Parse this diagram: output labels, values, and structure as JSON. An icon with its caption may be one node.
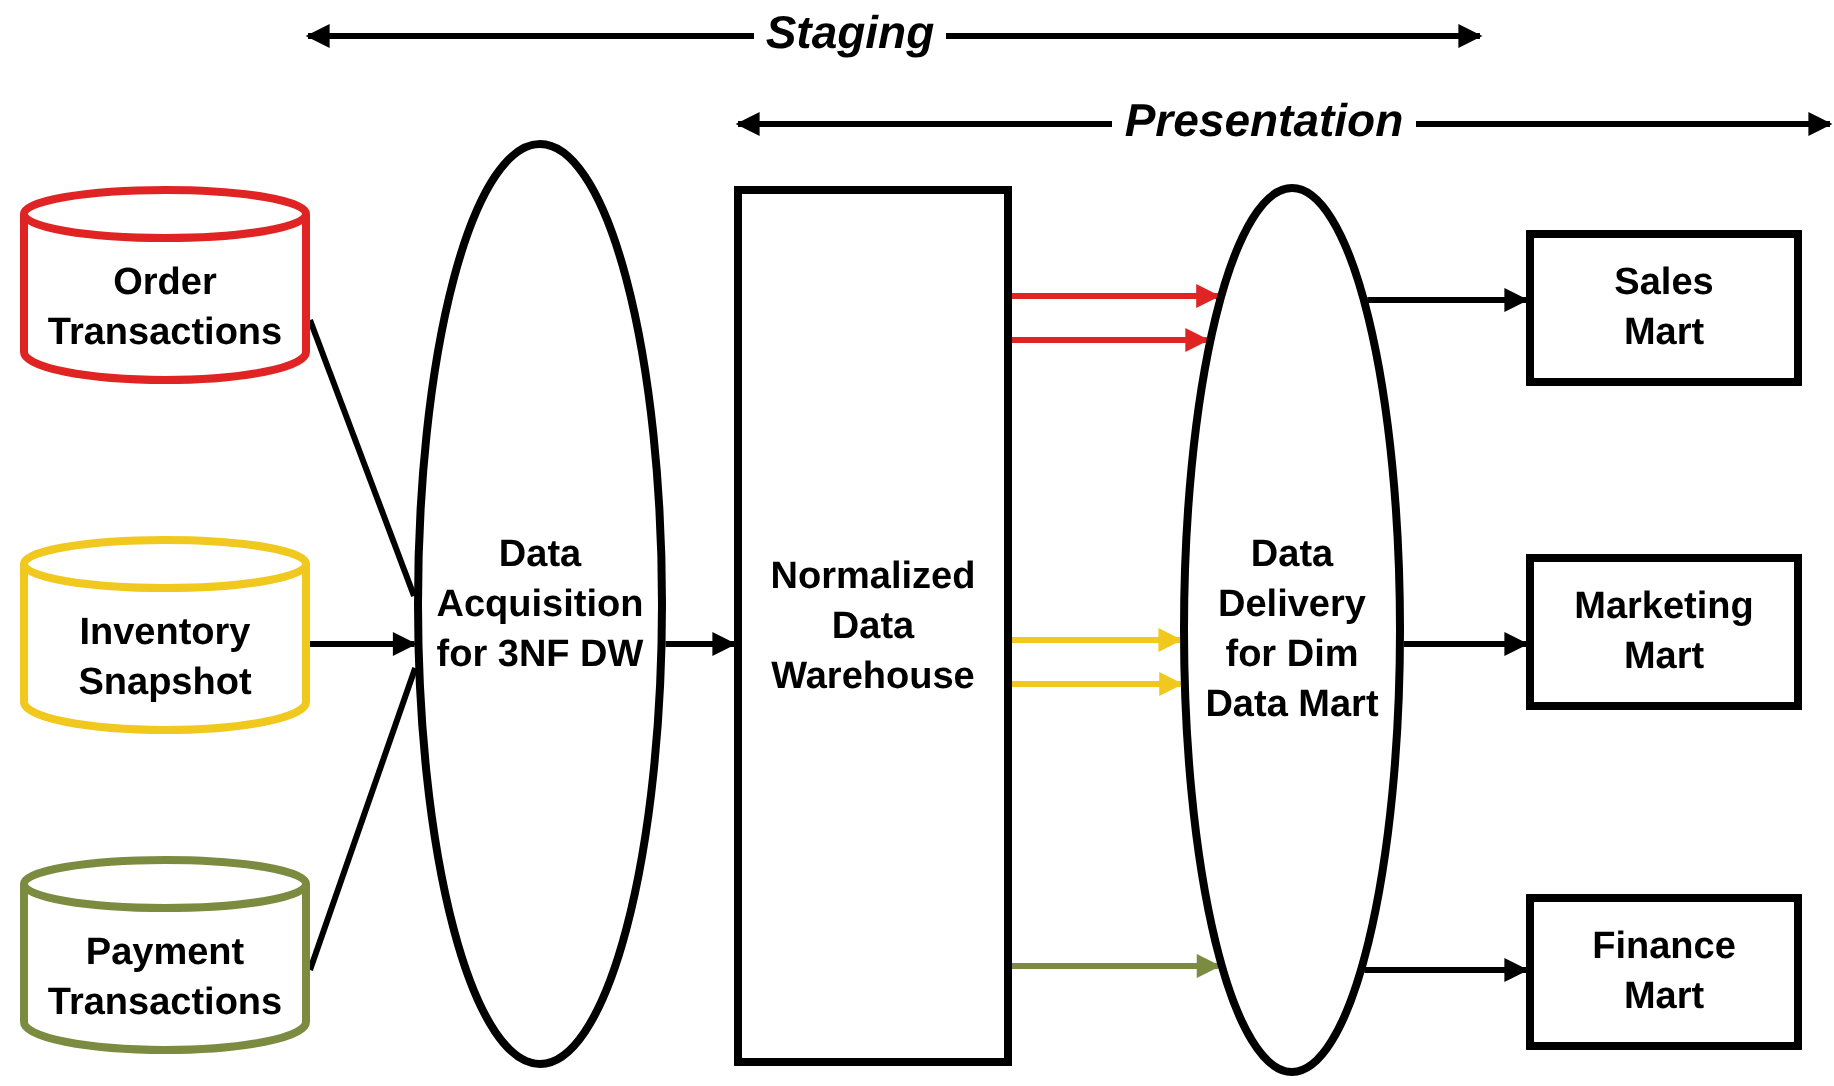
{
  "diagram": {
    "nodes": [
      {
        "text": [
          "Order Transactions"
        ]
      },
      {
        "text": [
          "Inventory Snapshot"
        ]
      },
      {
        "text": [
          "Payment Transactions"
        ]
      },
      {
        "text": [
          "Data Acquisition for 3NF DW"
        ]
      },
      {
        "text": [
          "Normalized Data Warehouse"
        ]
      },
      {
        "text": [
          "Data Delivery for Dim Data Mart"
        ]
      },
      {
        "text": [
          "Sales Mart"
        ]
      },
      {
        "text": [
          "Marketing Mart"
        ]
      },
      {
        "text": [
          "Finance Mart"
        ]
      }
    ],
    "edges": [
      {
        "from": 0,
        "to": 3,
        "arrow": "none"
      },
      {
        "from": 1,
        "to": 3,
        "arrow": "to"
      },
      {
        "from": 2,
        "to": 3,
        "arrow": "none"
      },
      {
        "from": 3,
        "to": 4,
        "arrow": "to"
      },
      {
        "from": 4,
        "to": 5,
        "arrow": "to",
        "color": "#e02424"
      },
      {
        "from": 4,
        "to": 5,
        "arrow": "to",
        "color": "#e02424"
      },
      {
        "from": 4,
        "to": 5,
        "arrow": "to",
        "color": "#f0c81e"
      },
      {
        "from": 4,
        "to": 5,
        "arrow": "to",
        "color": "#f0c81e"
      },
      {
        "from": 4,
        "to": 5,
        "arrow": "to",
        "color": "#7b8c40"
      },
      {
        "from": 5,
        "to": 6,
        "arrow": "to"
      },
      {
        "from": 5,
        "to": 7,
        "arrow": "to"
      },
      {
        "from": 5,
        "to": 8,
        "arrow": "to"
      }
    ],
    "labels": [
      "Staging",
      "Presentation"
    ]
  }
}
